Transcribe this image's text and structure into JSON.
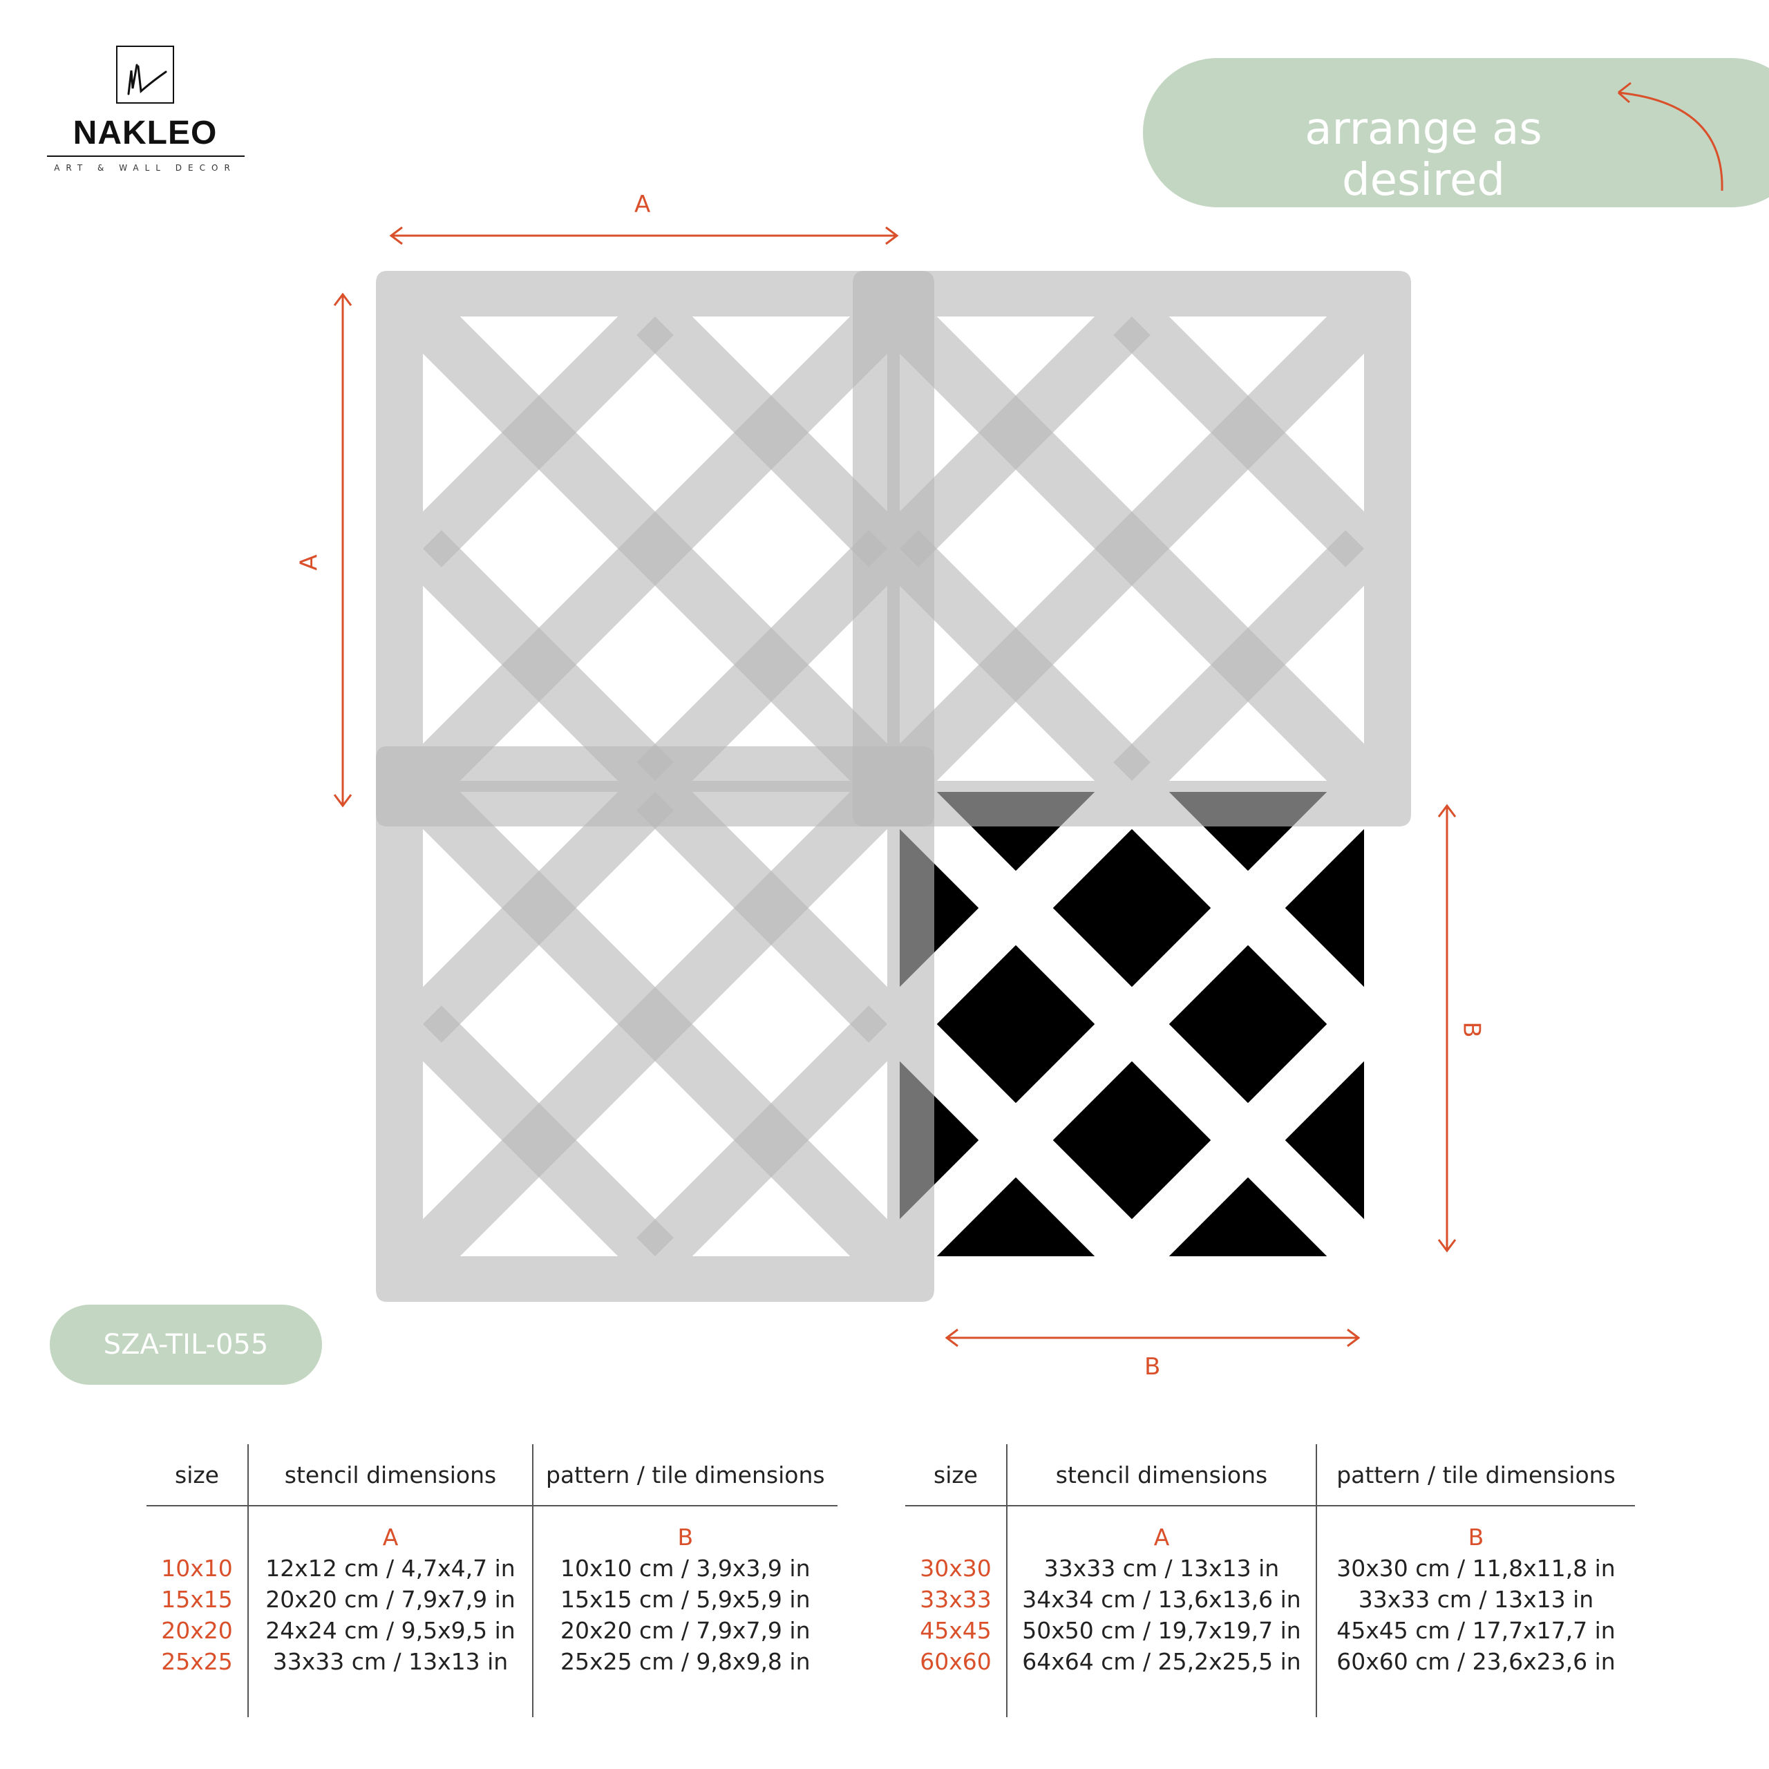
{
  "brand": {
    "name": "NAKLEO",
    "tagline": "ART & WALL DECOR",
    "monogram": "NL"
  },
  "arrange_pill": {
    "text": "arrange as desired"
  },
  "product_code": "SZA-TIL-055",
  "dimension_labels": {
    "stencil": "A",
    "pattern": "B"
  },
  "colors": {
    "accent": "#d9502a",
    "pill": "#c2d6c2",
    "stencil_gray": "#b8b8b8",
    "pattern_black": "#000000"
  },
  "icons": [
    "nakleo-logo-icon",
    "curved-arrow-icon",
    "dimension-arrow-icon"
  ],
  "tables": [
    {
      "headers": [
        "size",
        "stencil dimensions",
        "pattern / tile dimensions"
      ],
      "letters": [
        "",
        "A",
        "B"
      ],
      "rows": [
        {
          "size": "10x10",
          "stencil": "12x12 cm / 4,7x4,7 in",
          "pattern": "10x10 cm / 3,9x3,9 in"
        },
        {
          "size": "15x15",
          "stencil": "20x20 cm / 7,9x7,9 in",
          "pattern": "15x15 cm / 5,9x5,9 in"
        },
        {
          "size": "20x20",
          "stencil": "24x24 cm / 9,5x9,5 in",
          "pattern": "20x20 cm / 7,9x7,9 in"
        },
        {
          "size": "25x25",
          "stencil": "33x33 cm / 13x13 in",
          "pattern": "25x25 cm / 9,8x9,8 in"
        }
      ]
    },
    {
      "headers": [
        "size",
        "stencil dimensions",
        "pattern / tile dimensions"
      ],
      "letters": [
        "",
        "A",
        "B"
      ],
      "rows": [
        {
          "size": "30x30",
          "stencil": "33x33 cm / 13x13 in",
          "pattern": "30x30 cm / 11,8x11,8 in"
        },
        {
          "size": "33x33",
          "stencil": "34x34 cm / 13,6x13,6 in",
          "pattern": "33x33 cm / 13x13 in"
        },
        {
          "size": "45x45",
          "stencil": "50x50 cm / 19,7x19,7 in",
          "pattern": "45x45 cm / 17,7x17,7 in"
        },
        {
          "size": "60x60",
          "stencil": "64x64 cm / 25,2x25,5 in",
          "pattern": "60x60 cm / 23,6x23,6 in"
        }
      ]
    }
  ]
}
